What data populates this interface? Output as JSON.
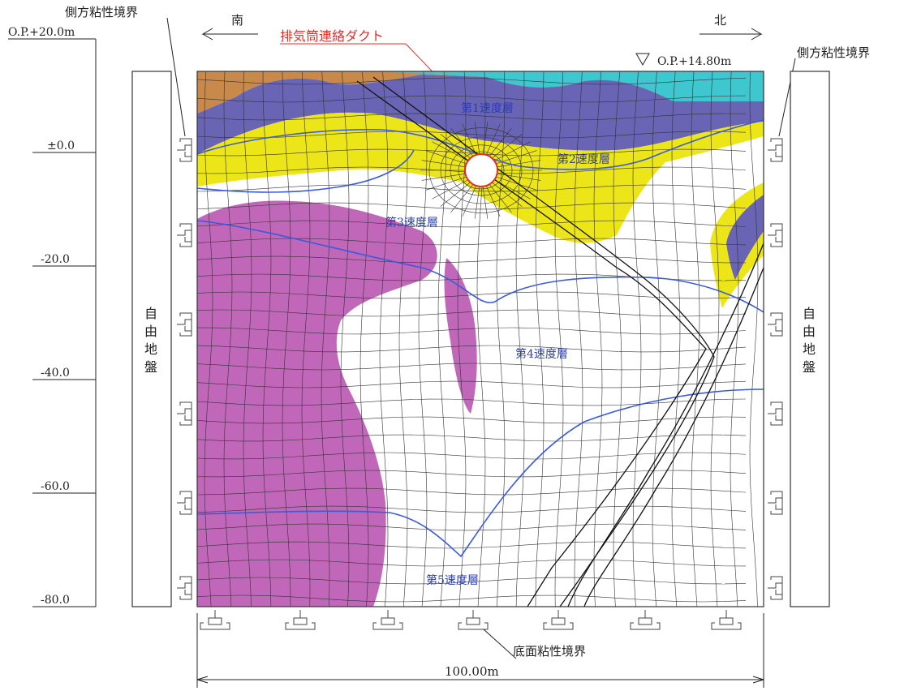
{
  "elevations": [
    "O.P.+20.0m",
    "±0.0",
    "-20.0",
    "-40.0",
    "-60.0",
    "-80.0"
  ],
  "side_boundary_label": "側方粘性境界",
  "bottom_boundary_label": "底面粘性境界",
  "duct_label": "排気筒連絡ダクト",
  "south_label": "南",
  "north_label": "北",
  "ground_level": "O.P.+14.80m",
  "width_label": "100.00m",
  "free_field_label": [
    "自",
    "由",
    "地",
    "盤"
  ],
  "layers": {
    "layer1": "第1速度層",
    "layer2": "第2速度層",
    "layer3": "第3速度層",
    "layer4": "第4速度層",
    "layer5": "第5速度層"
  },
  "colors": {
    "fill_layer": "#c8894a",
    "layer1": "#6a64b4",
    "cyan_layer": "#3fc7cf",
    "layer2": "#ece518",
    "layer3": "#c167b9",
    "boundary_line": "#3a5cd8",
    "duct_label": "#e0302a"
  }
}
